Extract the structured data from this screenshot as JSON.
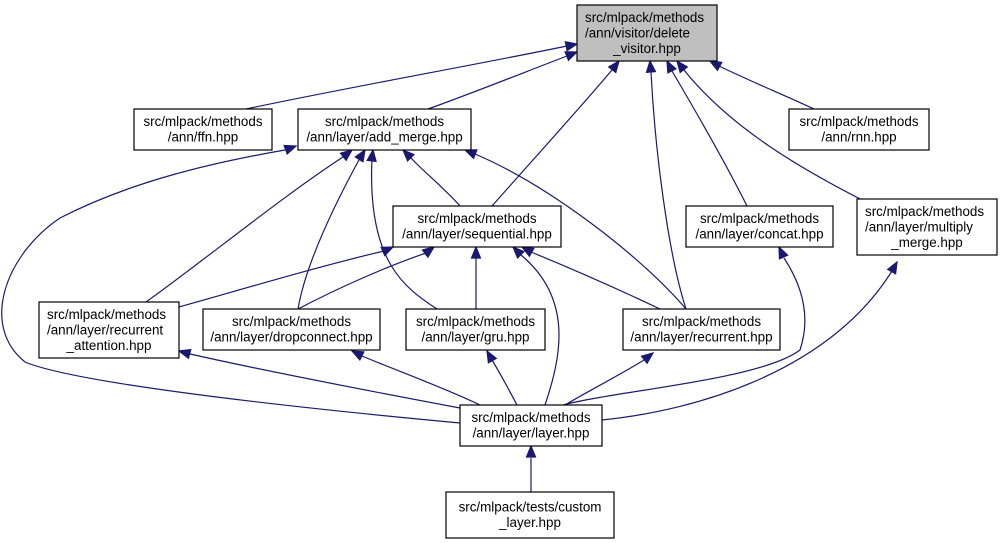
{
  "diagram": {
    "type": "doxygen-include-dependency-graph",
    "colors": {
      "edge": "#191970",
      "root_fill": "#bfbfbf",
      "node_fill": "#ffffff",
      "border": "#000000"
    },
    "root": "delete_visitor",
    "nodes": [
      {
        "id": "delete_visitor",
        "lines": [
          "src/mlpack/methods",
          "/ann/visitor/delete",
          "_visitor.hpp"
        ],
        "root": true
      },
      {
        "id": "ffn",
        "lines": [
          "src/mlpack/methods",
          "/ann/ffn.hpp"
        ]
      },
      {
        "id": "add_merge",
        "lines": [
          "src/mlpack/methods",
          "/ann/layer/add_merge.hpp"
        ]
      },
      {
        "id": "rnn",
        "lines": [
          "src/mlpack/methods",
          "/ann/rnn.hpp"
        ]
      },
      {
        "id": "sequential",
        "lines": [
          "src/mlpack/methods",
          "/ann/layer/sequential.hpp"
        ]
      },
      {
        "id": "concat",
        "lines": [
          "src/mlpack/methods",
          "/ann/layer/concat.hpp"
        ]
      },
      {
        "id": "multiply_merge",
        "lines": [
          "src/mlpack/methods",
          "/ann/layer/multiply",
          "_merge.hpp"
        ]
      },
      {
        "id": "recurrent_attention",
        "lines": [
          "src/mlpack/methods",
          "/ann/layer/recurrent",
          "_attention.hpp"
        ]
      },
      {
        "id": "dropconnect",
        "lines": [
          "src/mlpack/methods",
          "/ann/layer/dropconnect.hpp"
        ]
      },
      {
        "id": "gru",
        "lines": [
          "src/mlpack/methods",
          "/ann/layer/gru.hpp"
        ]
      },
      {
        "id": "recurrent",
        "lines": [
          "src/mlpack/methods",
          "/ann/layer/recurrent.hpp"
        ]
      },
      {
        "id": "layer",
        "lines": [
          "src/mlpack/methods",
          "/ann/layer/layer.hpp"
        ]
      },
      {
        "id": "custom_layer",
        "lines": [
          "src/mlpack/tests/custom",
          "_layer.hpp"
        ]
      }
    ],
    "edges": [
      {
        "from": "ffn",
        "to": "delete_visitor"
      },
      {
        "from": "add_merge",
        "to": "delete_visitor"
      },
      {
        "from": "sequential",
        "to": "delete_visitor"
      },
      {
        "from": "recurrent",
        "to": "delete_visitor"
      },
      {
        "from": "concat",
        "to": "delete_visitor"
      },
      {
        "from": "multiply_merge",
        "to": "delete_visitor"
      },
      {
        "from": "rnn",
        "to": "delete_visitor"
      },
      {
        "from": "layer",
        "to": "add_merge"
      },
      {
        "from": "recurrent_attention",
        "to": "add_merge"
      },
      {
        "from": "dropconnect",
        "to": "add_merge"
      },
      {
        "from": "gru",
        "to": "add_merge"
      },
      {
        "from": "sequential",
        "to": "add_merge"
      },
      {
        "from": "recurrent",
        "to": "add_merge"
      },
      {
        "from": "recurrent_attention",
        "to": "sequential"
      },
      {
        "from": "dropconnect",
        "to": "sequential"
      },
      {
        "from": "gru",
        "to": "sequential"
      },
      {
        "from": "layer",
        "to": "sequential"
      },
      {
        "from": "recurrent",
        "to": "sequential"
      },
      {
        "from": "layer",
        "to": "concat"
      },
      {
        "from": "layer",
        "to": "multiply_merge"
      },
      {
        "from": "layer",
        "to": "recurrent_attention"
      },
      {
        "from": "layer",
        "to": "dropconnect"
      },
      {
        "from": "layer",
        "to": "gru"
      },
      {
        "from": "layer",
        "to": "recurrent"
      },
      {
        "from": "custom_layer",
        "to": "layer"
      }
    ]
  }
}
